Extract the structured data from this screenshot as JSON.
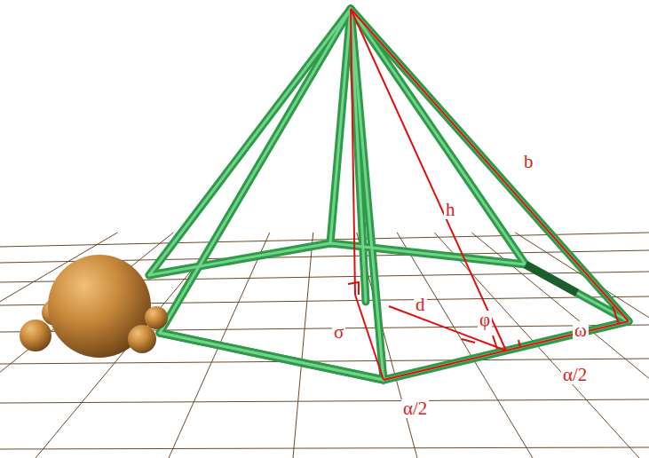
{
  "diagram": {
    "labels": [
      "b",
      "h",
      "σ",
      "d",
      "φ",
      "ω",
      "α/2",
      "α/2"
    ]
  }
}
